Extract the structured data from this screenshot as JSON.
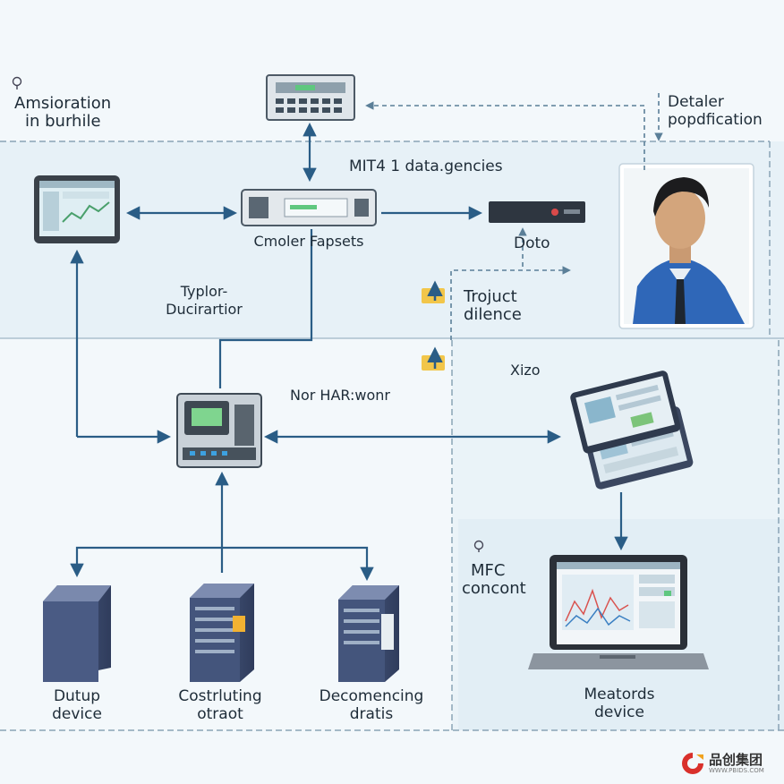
{
  "labels": {
    "top_left": [
      "Amsioration",
      "in burhile"
    ],
    "top_right": [
      "Detaler",
      "popdfication"
    ],
    "band_title": "MIT4 1 data.gencies",
    "center_device": "Cmoler Fapsets",
    "right_device": "Doto",
    "left_mid": [
      "Typlor-",
      "Ducirartior"
    ],
    "project": [
      "Trojuct",
      "dilence"
    ],
    "xizo": "Xizo",
    "hub": "Nor HAR:wonr",
    "mfc": [
      "MFC",
      "concont"
    ],
    "bottom_1": [
      "Dutup",
      "device"
    ],
    "bottom_2": [
      "Costrluting",
      "otraot"
    ],
    "bottom_3": [
      "Decomencing",
      "dratis"
    ],
    "laptop": [
      "Meatords",
      "device"
    ]
  },
  "watermark": {
    "brand": "品创集团",
    "url": "WWW.PBIDS.COM"
  },
  "colors": {
    "arrow": "#2a5d86",
    "dashed": "#8aa4b6",
    "band": "#e6f1f7",
    "server": "#3d4c6f",
    "accent_green": "#6ad08a"
  }
}
